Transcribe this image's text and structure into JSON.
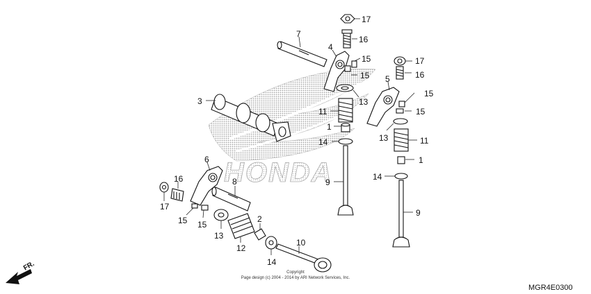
{
  "watermark": {
    "brand": "HONDA"
  },
  "callouts": {
    "c17a": "17",
    "c16a": "16",
    "c7": "7",
    "c4": "4",
    "c15a": "15",
    "c15b": "15",
    "c13a": "13",
    "c3": "3",
    "c11a": "11",
    "c1a": "1",
    "c14a": "14",
    "c9a": "9",
    "c17b": "17",
    "c16b": "16",
    "c5": "5",
    "c15c": "15",
    "c15d": "15",
    "c13b": "13",
    "c11b": "11",
    "c1b": "1",
    "c14b": "14",
    "c9b": "9",
    "c6": "6",
    "c16c": "16",
    "c17c": "17",
    "c8": "8",
    "c15e": "15",
    "c15f": "15",
    "c13c": "13",
    "c12": "12",
    "c2": "2",
    "c10": "10",
    "c14c": "14"
  },
  "direction_label": "FR.",
  "copyright": {
    "line1": "Copyright",
    "line2": "Page design (c) 2004 - 2014 by ARI Network Services, Inc."
  },
  "diagram_code": "MGR4E0300",
  "colors": {
    "line": "#111111",
    "watermark": "#cfcfcf"
  }
}
